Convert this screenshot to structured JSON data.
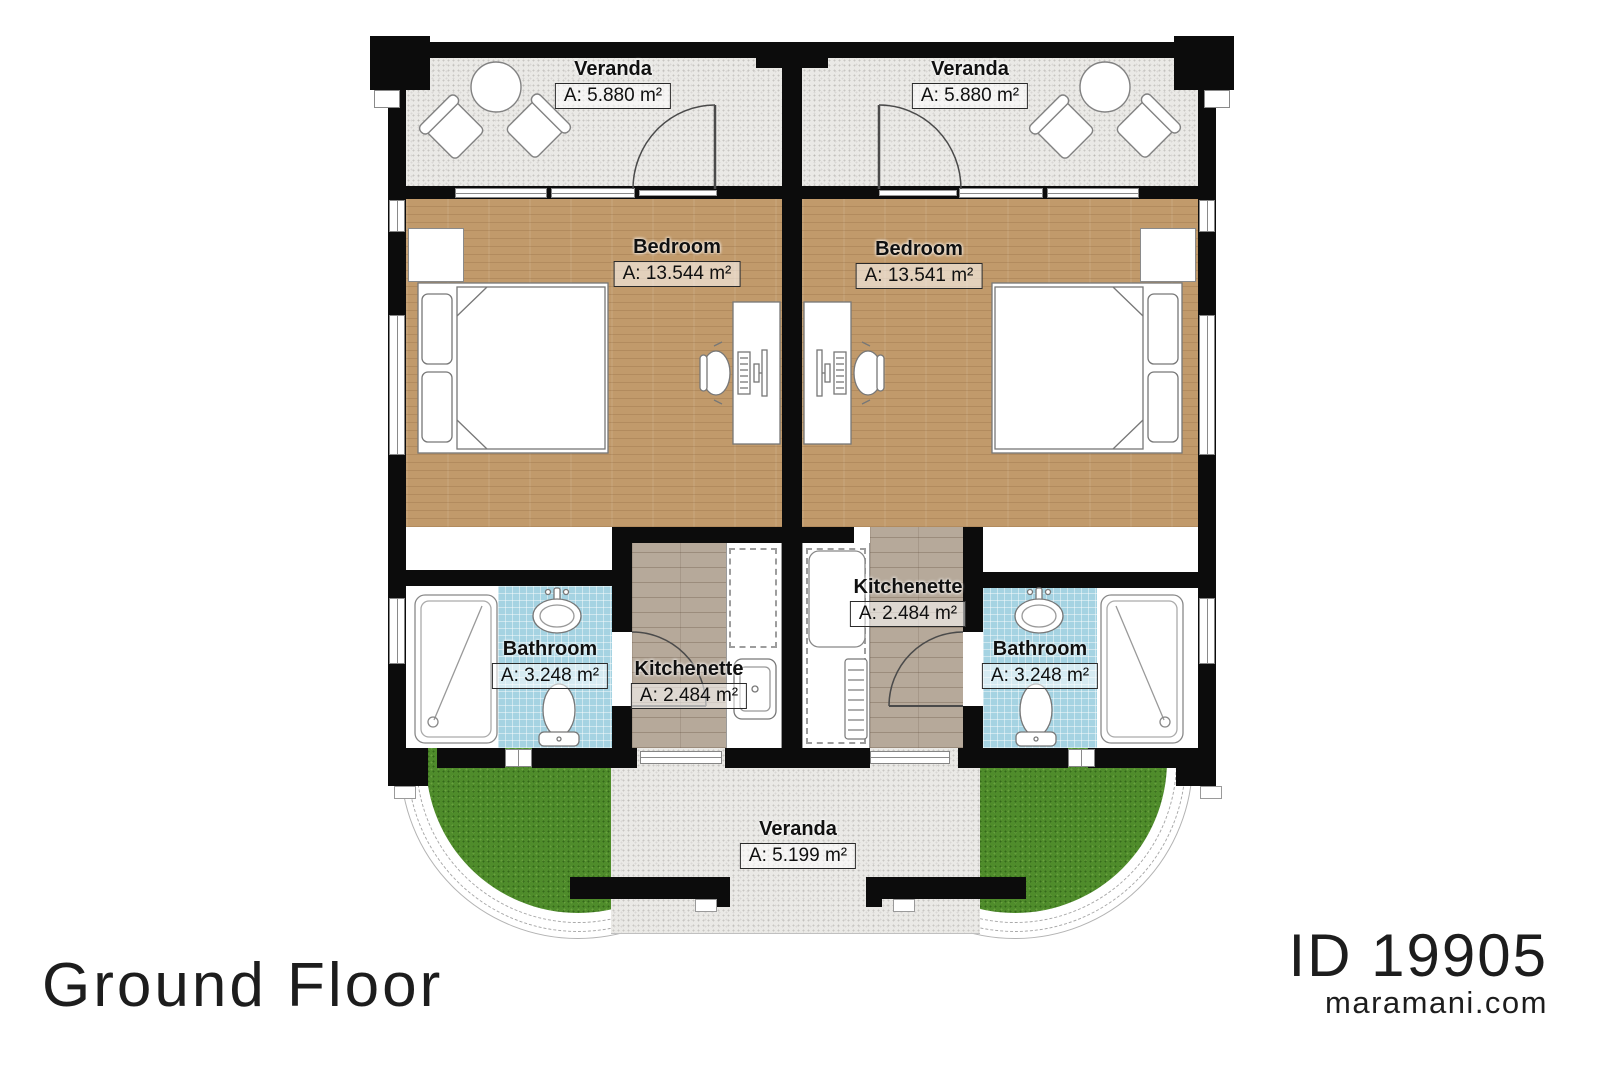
{
  "footer": {
    "floor_label": "Ground Floor",
    "plan_id": "ID 19905",
    "website": "maramani.com"
  },
  "rooms": {
    "veranda_left": {
      "name": "Veranda",
      "area": "A: 5.880 m²"
    },
    "veranda_right": {
      "name": "Veranda",
      "area": "A: 5.880 m²"
    },
    "bedroom_left": {
      "name": "Bedroom",
      "area": "A: 13.544 m²"
    },
    "bedroom_right": {
      "name": "Bedroom",
      "area": "A: 13.541 m²"
    },
    "kitchenette_left": {
      "name": "Kitchenette",
      "area": "A: 2.484 m²"
    },
    "kitchenette_right": {
      "name": "Kitchenette",
      "area": "A: 2.484 m²"
    },
    "bathroom_left": {
      "name": "Bathroom",
      "area": "A: 3.248 m²"
    },
    "bathroom_right": {
      "name": "Bathroom",
      "area": "A: 3.248 m²"
    },
    "veranda_bottom": {
      "name": "Veranda",
      "area": "A: 5.199 m²"
    }
  },
  "colors": {
    "wall": "#0c0c0c",
    "bedroom_floor": "#c19a6b",
    "kitchen_floor": "#b6a99a",
    "bathroom_tile": "#a5d3e2",
    "veranda_floor": "#eae9e6",
    "grass": "#4f8c2b"
  }
}
